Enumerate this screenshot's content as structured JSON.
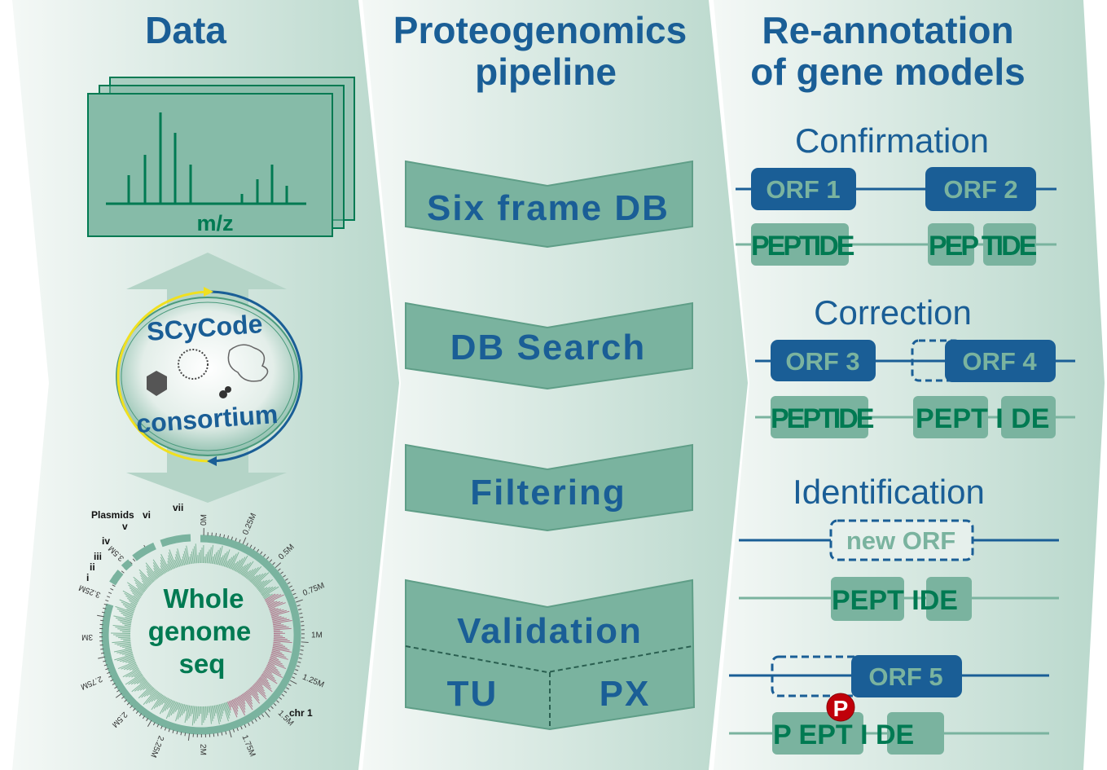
{
  "colors": {
    "title_blue": "#1a5e96",
    "teal": "#7ab39f",
    "dark_green": "#007a52",
    "phospho_red": "#c0000a"
  },
  "columns": {
    "data": {
      "title": "Data"
    },
    "pipeline": {
      "title_line1": "Proteogenomics",
      "title_line2": "pipeline"
    },
    "reannotation": {
      "title_line1": "Re-annotation",
      "title_line2": "of gene models"
    }
  },
  "data_panel": {
    "spectrum_axis_label": "m/z",
    "logo": {
      "text_top": "SCyCode",
      "text_bottom": "consortium"
    },
    "genome": {
      "center_line1": "Whole",
      "center_line2": "genome",
      "center_line3": "seq",
      "chromosome_label": "chr 1",
      "plasmids_label": "Plasmids",
      "plasmids": [
        "i",
        "ii",
        "iii",
        "iv",
        "v",
        "vi",
        "vii"
      ],
      "chr_ticks": [
        "0M",
        "0.25M",
        "0.5M",
        "0.75M",
        "1M",
        "1.25M",
        "1.5M",
        "1.75M",
        "2M",
        "2.25M",
        "2.5M",
        "2.75M",
        "3M",
        "3.25M",
        "3.5M"
      ]
    }
  },
  "pipeline": {
    "steps": [
      "Six frame DB",
      "DB Search",
      "Filtering",
      "Validation"
    ],
    "validation_sub": [
      "TU",
      "PX"
    ]
  },
  "reannotation": {
    "confirmation": {
      "heading": "Confirmation",
      "orfs": [
        "ORF 1",
        "ORF 2"
      ],
      "peptides": [
        "PEPTIDE",
        "PEP TIDE"
      ]
    },
    "correction": {
      "heading": "Correction",
      "orfs": [
        "ORF 3",
        "ORF 4"
      ],
      "peptides": [
        "PEPTIDE",
        "PEPT I DE"
      ]
    },
    "identification": {
      "heading": "Identification",
      "orfs": [
        "new ORF",
        "ORF 5"
      ],
      "peptides": [
        "PEPT IDE",
        "P EPT I DE"
      ],
      "phospho_label": "P"
    }
  }
}
